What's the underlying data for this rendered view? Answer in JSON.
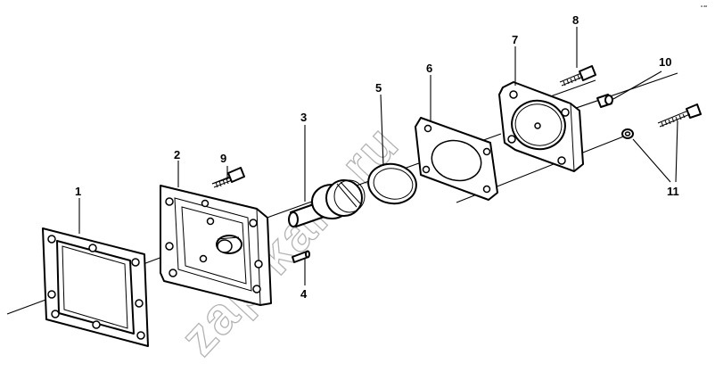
{
  "watermark": "zap-kam.ru",
  "corner_mark": "ᵃ ᵃᵃ",
  "callouts": [
    {
      "id": "1",
      "label": "1"
    },
    {
      "id": "2",
      "label": "2"
    },
    {
      "id": "3",
      "label": "3"
    },
    {
      "id": "4",
      "label": "4"
    },
    {
      "id": "5",
      "label": "5"
    },
    {
      "id": "6",
      "label": "6"
    },
    {
      "id": "7",
      "label": "7"
    },
    {
      "id": "8",
      "label": "8"
    },
    {
      "id": "9",
      "label": "9"
    },
    {
      "id": "10",
      "label": "10"
    },
    {
      "id": "11",
      "label": "11"
    }
  ]
}
